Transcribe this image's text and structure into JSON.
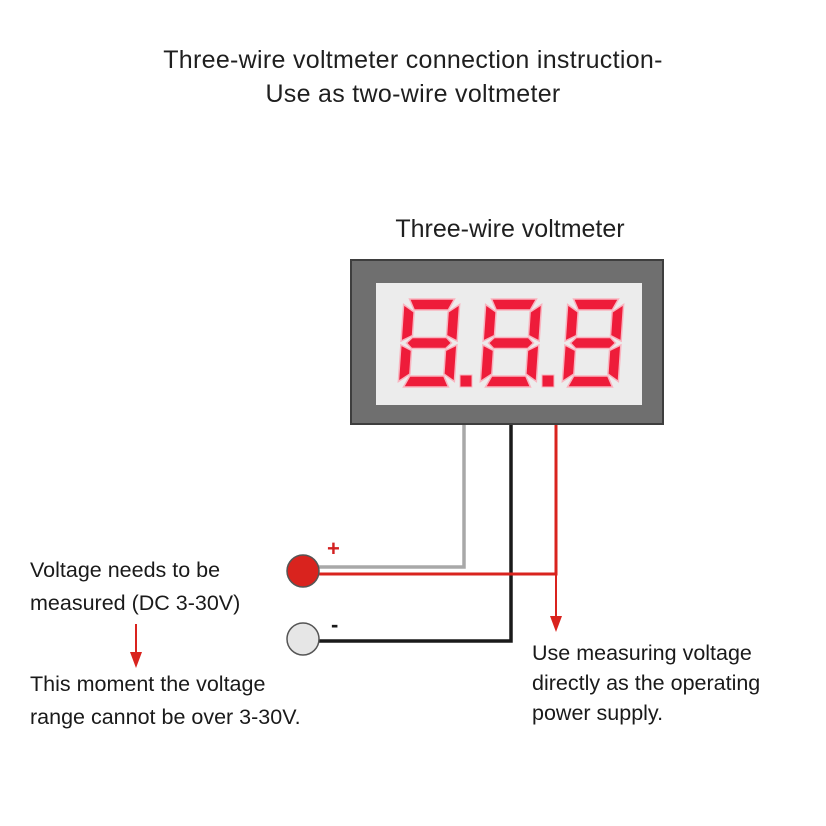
{
  "title": {
    "line1": "Three-wire voltmeter connection instruction-",
    "line2": "Use  as two-wire voltmeter"
  },
  "device": {
    "label": "Three-wire voltmeter",
    "display_digits": "8.8.8",
    "display_color": "#ee1c3a"
  },
  "terminals": {
    "positive_sign": "+",
    "negative_sign": "-",
    "positive_color": "#d9231e",
    "negative_color": "#e6e6e6"
  },
  "notes": {
    "left_top": [
      "Voltage needs to be",
      "measured (DC 3-30V)"
    ],
    "left_bottom": [
      "This moment the voltage",
      "range cannot be over 3-30V."
    ],
    "right": [
      "Use measuring voltage",
      "directly as the operating",
      "power supply."
    ]
  },
  "colors": {
    "red_wire": "#d9231e",
    "black_wire": "#1a1a1a",
    "gray_wire": "#a8a8a8",
    "device_body": "#6f6f6f"
  }
}
